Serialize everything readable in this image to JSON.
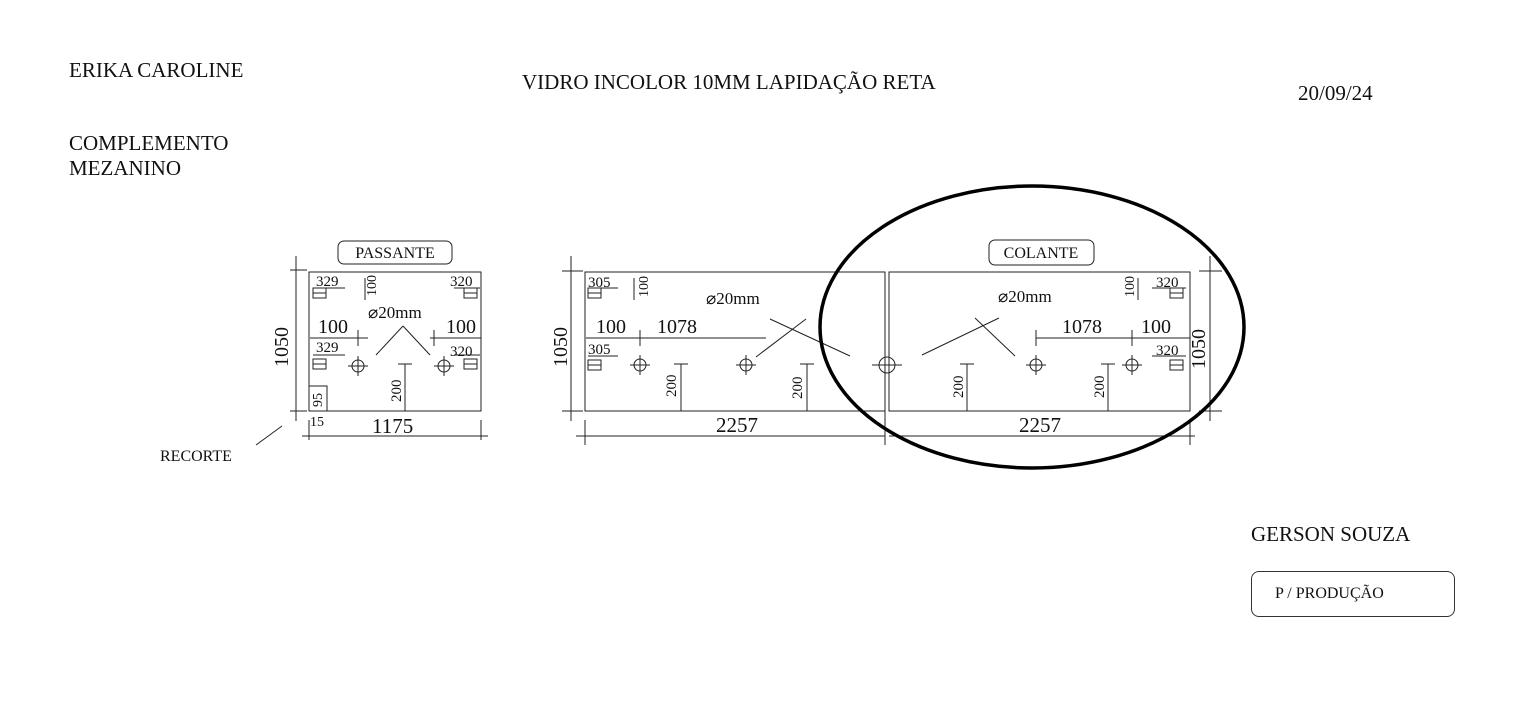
{
  "header": {
    "client": "ERIKA CAROLINE",
    "title": "VIDRO INCOLOR 10MM LAPIDAÇÃO RETA",
    "date": "20/09/24",
    "project_line1": "COMPLEMENTO",
    "project_line2": "MEZANINO"
  },
  "footer": {
    "signer": "GERSON SOUZA",
    "stamp": "P / PRODUÇÃO"
  },
  "drawing": {
    "recorte_label": "RECORTE",
    "panel_passante": {
      "label": "PASSANTE",
      "height": "1050",
      "width": "1175",
      "hinge_top_left": "329",
      "hinge_bottom_left": "329",
      "hinge_top_right": "320",
      "hinge_bottom_right": "320",
      "hinge_gap": "100",
      "edge_left": "100",
      "edge_right": "100",
      "hole_diameter": "⌀20mm",
      "hole_height": "200",
      "notch_height": "95",
      "notch_width": "15"
    },
    "panel_middle": {
      "height": "1050",
      "width": "2257",
      "hinge_top": "305",
      "hinge_bottom": "305",
      "hinge_gap": "100",
      "edge_left": "100",
      "hole_spacing": "1078",
      "hole_diameter": "⌀20mm",
      "hole_height_1": "200",
      "hole_height_2": "200"
    },
    "panel_colante": {
      "label": "COLANTE",
      "height": "1050",
      "width": "2257",
      "hinge_top": "320",
      "hinge_bottom": "320",
      "hinge_gap": "100",
      "edge_right": "100",
      "hole_spacing": "1078",
      "hole_diameter": "⌀20mm",
      "hole_height_1": "200",
      "hole_height_2": "200"
    }
  }
}
